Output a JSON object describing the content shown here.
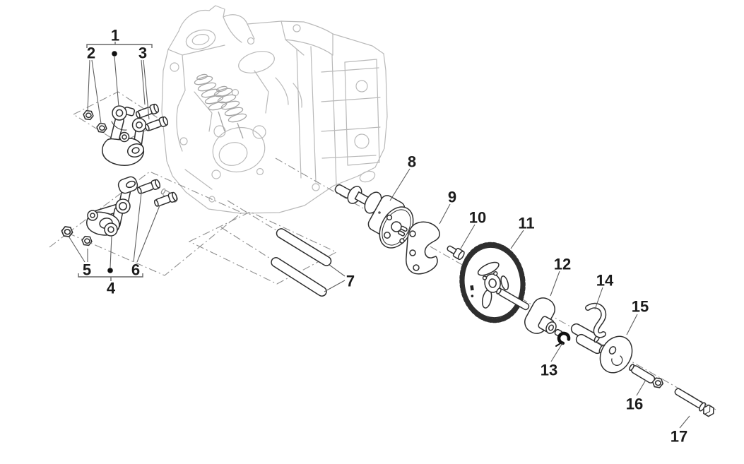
{
  "colors": {
    "canvas": "#ffffff",
    "part_line": "#2e2e2e",
    "background_line": "#b9b9b9",
    "spring_line": "#a6a6a6",
    "axis_line": "#8f8f8f",
    "leader_line": "#5f5f5f",
    "bracket_line": "#666666",
    "label_text": "#1b1b1b",
    "clip_color": "#101010"
  },
  "diagram": {
    "callouts": [
      {
        "label": "1"
      },
      {
        "label": "2"
      },
      {
        "label": "3"
      },
      {
        "label": "4"
      },
      {
        "label": "5"
      },
      {
        "label": "6"
      },
      {
        "label": "7"
      },
      {
        "label": "8"
      },
      {
        "label": "9"
      },
      {
        "label": "10"
      },
      {
        "label": "11"
      },
      {
        "label": "12"
      },
      {
        "label": "13"
      },
      {
        "label": "14"
      },
      {
        "label": "15"
      },
      {
        "label": "16"
      },
      {
        "label": "17"
      }
    ]
  }
}
